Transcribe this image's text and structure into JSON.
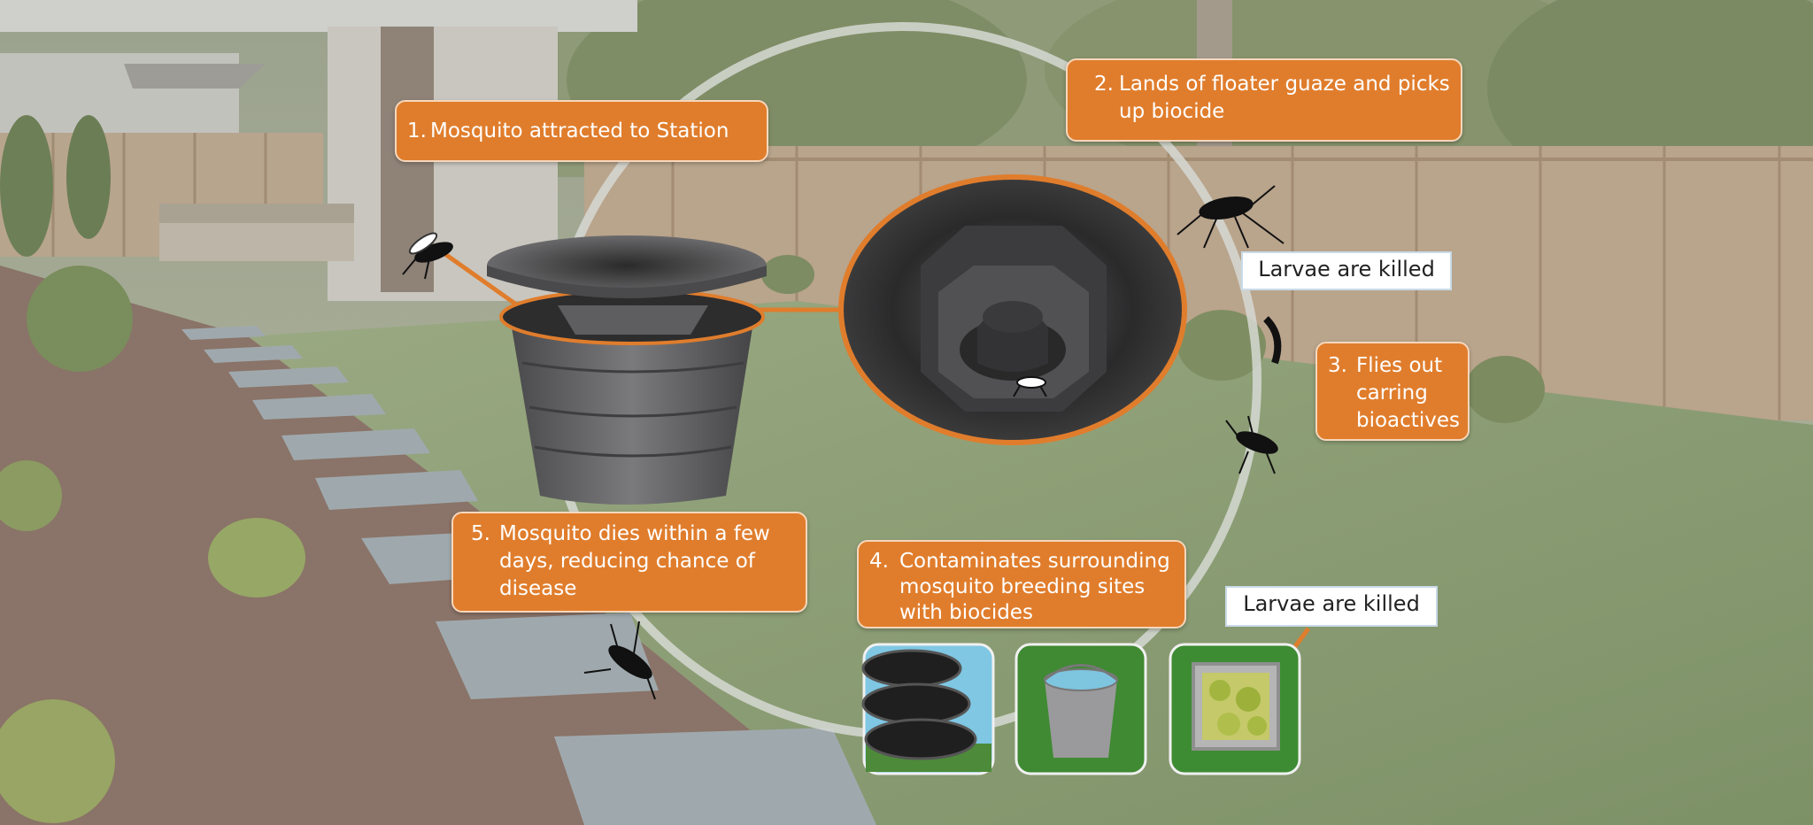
{
  "steps": [
    {
      "num": "1.",
      "text": "Mosquito attracted to Station"
    },
    {
      "num": "2.",
      "text": "Lands of floater guaze and picks up biocide"
    },
    {
      "num": "3.",
      "text": "Flies out carring bioactives"
    },
    {
      "num": "4.",
      "text": "Contaminates surrounding mosquito breeding sites with biocides"
    },
    {
      "num": "5.",
      "text": "Mosquito dies within a few days, reducing chance of disease"
    }
  ],
  "labels": {
    "larvae_upper": "Larvae are killed",
    "larvae_lower": "Larvae are killed"
  },
  "icons": [
    "mosquito-icon",
    "tires-icon",
    "bucket-icon",
    "planter-icon",
    "mosquito-station"
  ],
  "colors": {
    "accent": "#e07d2c",
    "lawn": "#8c9c74",
    "mulch": "#8a7368",
    "fence": "#b9a48c",
    "station": "#5b5b5d"
  }
}
